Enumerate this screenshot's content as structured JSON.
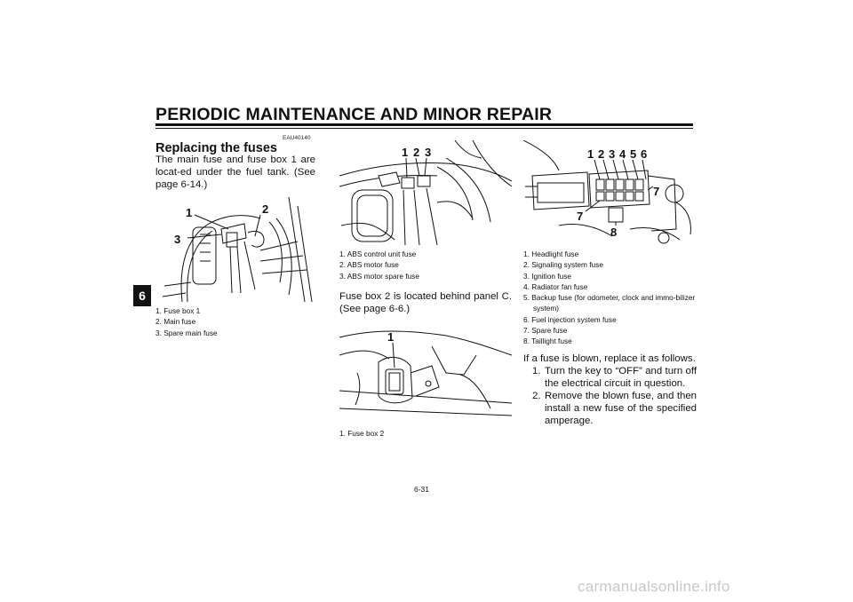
{
  "header": {
    "title": "PERIODIC MAINTENANCE AND MINOR REPAIR"
  },
  "chapter_tab": "6",
  "section": {
    "ref_code": "EAU40140",
    "heading": "Replacing the fuses",
    "intro": "The main fuse and fuse box 1 are locat-ed under the fuel tank. (See page 6-14.)"
  },
  "figure1": {
    "callouts": [
      "1",
      "2",
      "3"
    ],
    "caption": [
      "1. Fuse box 1",
      "2. Main fuse",
      "3. Spare main fuse"
    ]
  },
  "figure2": {
    "callouts": [
      "1",
      "2",
      "3"
    ],
    "caption": [
      "1. ABS control unit fuse",
      "2. ABS motor fuse",
      "3. ABS motor spare fuse"
    ]
  },
  "paragraph_fuse_box2": "Fuse box 2 is located behind panel C. (See page 6-6.)",
  "figure3": {
    "callouts": [
      "1"
    ],
    "caption": [
      "1. Fuse box 2"
    ]
  },
  "figure4": {
    "callouts": [
      "1",
      "2",
      "3",
      "4",
      "5",
      "6",
      "7",
      "7",
      "8"
    ],
    "caption": [
      "1. Headlight fuse",
      "2. Signaling system fuse",
      "3. Ignition fuse",
      "4. Radiator fan fuse",
      "5. Backup fuse (for odometer, clock and immo-bilizer system)",
      "6. Fuel injection system fuse",
      "7. Spare fuse",
      "8. Taillight fuse"
    ]
  },
  "procedure": {
    "intro": "If a fuse is blown, replace it as follows.",
    "steps": [
      {
        "num": "1.",
        "text": "Turn the key to “OFF” and turn off the electrical circuit in question."
      },
      {
        "num": "2.",
        "text": "Remove the blown fuse, and then install a new fuse of the specified amperage."
      }
    ]
  },
  "page_number": "6-31",
  "watermark": "carmanualsonline.info"
}
